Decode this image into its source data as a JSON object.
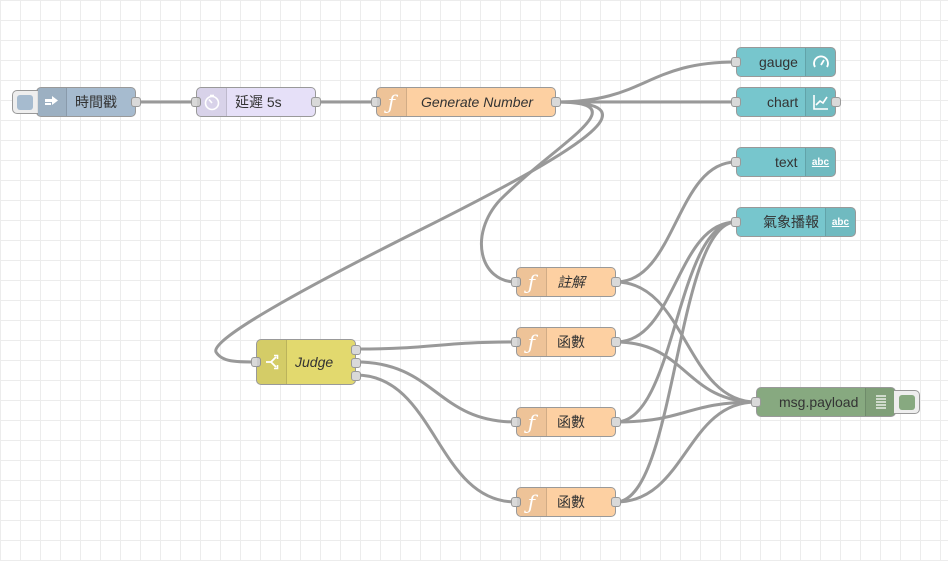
{
  "colors": {
    "inject": "#a6bbcf",
    "delay": "#e6e0f8",
    "function": "#fdd0a2",
    "switch": "#e2d96e",
    "dashboard": "#77c6cd",
    "debug": "#87a980",
    "wire": "#999999",
    "port": "#d9d9d9"
  },
  "nodes": {
    "inject": {
      "label": "時間戳",
      "icon": "arrow-in-icon"
    },
    "delay": {
      "label": "延遲 5s",
      "icon": "timer-icon"
    },
    "generate": {
      "label": "Generate Number",
      "icon": "function-icon"
    },
    "gauge": {
      "label": "gauge",
      "icon": "gauge-icon"
    },
    "chart": {
      "label": "chart",
      "icon": "chart-icon"
    },
    "text": {
      "label": "text",
      "icon": "abc-icon",
      "icon_text": "abc"
    },
    "weather": {
      "label": "氣象播報",
      "icon": "abc-icon",
      "icon_text": "abc"
    },
    "comment_fn": {
      "label": "註解",
      "icon": "function-icon"
    },
    "fn1": {
      "label": "函數",
      "icon": "function-icon"
    },
    "fn2": {
      "label": "函數",
      "icon": "function-icon"
    },
    "fn3": {
      "label": "函數",
      "icon": "function-icon"
    },
    "judge": {
      "label": "Judge",
      "icon": "switch-icon"
    },
    "debug": {
      "label": "msg.payload",
      "icon": "list-icon"
    }
  }
}
